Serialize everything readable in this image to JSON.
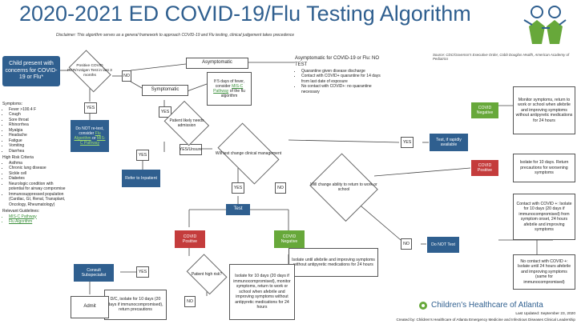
{
  "title": "2020-2021 ED COVID-19/Flu Testing Algorithm",
  "disclaimer": "Disclaimer: This algorithm serves as a general framework to approach COVID-19 and Flu testing, clinical judgement takes precedence",
  "source": "Source: CDC/Governor's Executive Order, Cobb Douglas Health, American Academy of Pediatrics",
  "colors": {
    "title": "#2f5f8f",
    "blue": "#2f5f8f",
    "green": "#67a83a",
    "red": "#c43c3c"
  },
  "logo": {
    "org": "Children's Healthcare of Atlanta"
  },
  "footer": {
    "updated": "Last Updated: September 23, 2020",
    "created": "Created by: Children's Healthcare of Atlanta Emergency Medicine and Infectious Diseases Clinical Leadership"
  },
  "nodes": {
    "child_present": "Child present with concerns for COVID-19 or Flu*",
    "symptoms_header": "Symptoms:",
    "symptoms": [
      "Fever >100.4 F",
      "Cough",
      "Sore throat",
      "Rhinorrhea",
      "Myalgia",
      "Headache",
      "Fatigue",
      "Vomiting",
      "Diarrhea"
    ],
    "high_risk_header": "High Risk Criteria",
    "high_risk": [
      "Asthma",
      "Chronic lung disease",
      "Sickle cell",
      "Diabetes",
      "Neurologic condition with potential for airway compromise",
      "Immunosuppressed population (Cardiac, GI, Renal, Transplant, Oncology, Rheumatology)"
    ],
    "relevant_header": "Relevant Guidelines:",
    "relevant_links": [
      "MIS-C Pathway",
      "Flu Algorithm"
    ],
    "positive_covid": "Positive COVID PCR/Antigen Test in last 3 months",
    "yes": "YES",
    "no": "NO",
    "do_not_retest": "Do NOT re-test, consider",
    "do_not_retest_links": [
      "Flu Algorithm",
      "MIS-C Pathway"
    ],
    "do_not_retest_or": "or",
    "asymptomatic": "Asymptomatic",
    "symptomatic": "Symptomatic",
    "fever_days": "If 5 days of fever, consider",
    "fever_link": "MIS-C Pathway",
    "fever_suffix": "of the flu algorithm",
    "asym_covid": "Asymptomatic for COVID-19 or Flu: NO TEST",
    "asym_bullets": [
      "Quarantine given disease discharge",
      "Contact with COVID+ quarantine for 14 days from last date of exposure",
      "No contact with COVID+: no quarantine necessary"
    ],
    "patient_likely": "Patient likely needs admission",
    "yes_unsure": "YES/Unsure",
    "refer_inpatient": "Refer to Inpatient",
    "will_test_change": "Will test change clinical management",
    "test_if_available": "Test, if rapidly available",
    "will_change_ability": "Will change ability to return to work or school",
    "test": "Test",
    "covid_positive": "COVID Positive",
    "covid_negative": "COVID Negative",
    "monitor_symptoms": "Monitor symptoms, return to work or school when afebrile and improving symptoms without antipyretic medications for 24 hours",
    "covid_negative_right": "COVID Negative",
    "isolate_10": "Isolate for 10 days. Return precautions for worsening symptoms",
    "covid_positive_right": "COVID Positive",
    "contact_covid": "Contact with COVID +: Isolate for 10 days (20 days if immunocompromised) from symptom onset, 24 hours afebrile and improving symptoms",
    "do_not_test": "Do NOT Test",
    "no_contact": "No contact with COVID +: Isolate until 24 hours afebrile and improving symptoms (same for immunocompromised)",
    "isolate_afebrile": "Isolate until afebrile and improving symptoms without antipyretic medications for 24 hours",
    "isolate_10_20": "Isolate for 10 days (20 days if immunocompromised), monitor symptoms, return to work or school when afebrile and improving symptoms without antipyretic medications for 24 hours",
    "consult": "Consult Subspecialist",
    "patient_high_risk": "Patient high risk?",
    "dc_isolate": "D/C, isolate for 10 days (20 days if immunocompromised), return precautions",
    "admit": "Admit"
  }
}
